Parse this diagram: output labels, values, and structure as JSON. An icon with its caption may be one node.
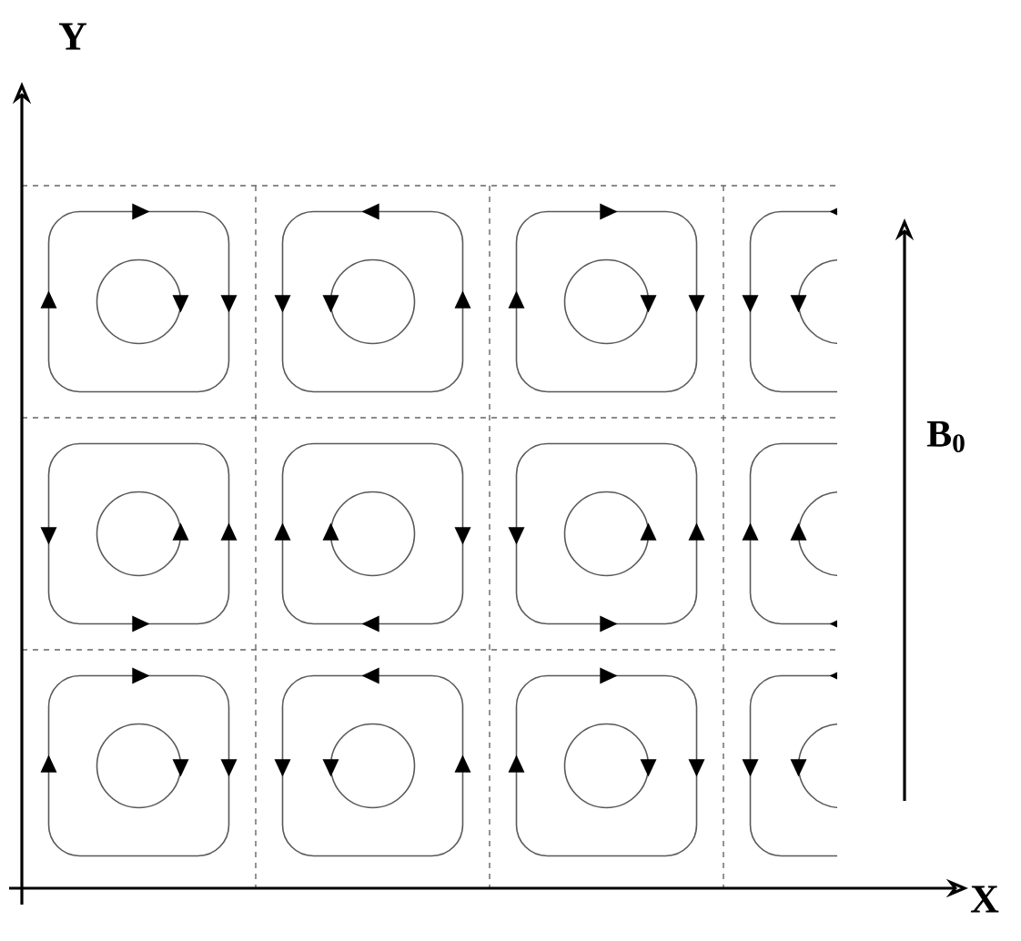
{
  "diagram": {
    "labels": [
      "Y",
      "X",
      "B$_{0}$"
    ]
  }
}
